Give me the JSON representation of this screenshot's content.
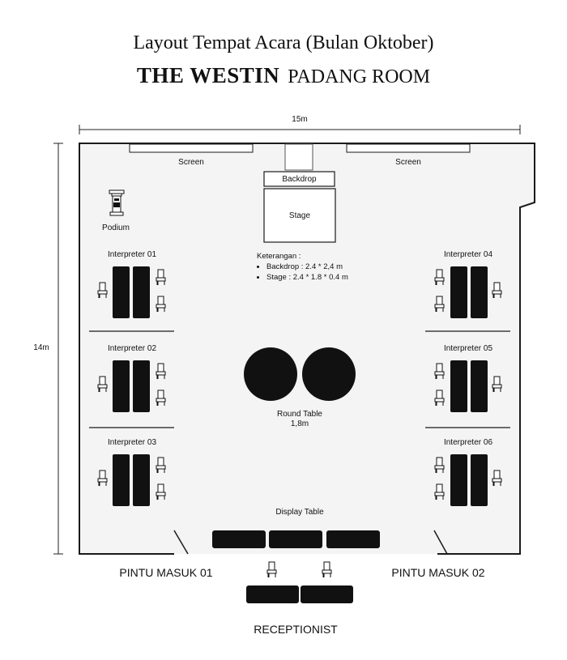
{
  "header": {
    "title": "Layout Tempat Acara (Bulan Oktober)",
    "brand": "THE WESTIN",
    "room": "PADANG ROOM"
  },
  "dimensions": {
    "width_label": "15m",
    "height_label": "14m"
  },
  "room": {
    "screen_left": "Screen",
    "screen_right": "Screen",
    "backdrop": "Backdrop",
    "stage": "Stage",
    "podium": "Podium",
    "round_table": "Round Table",
    "round_table_size": "1,8m",
    "display_table": "Display Table"
  },
  "notes": {
    "title": "Keterangan :",
    "items": [
      "Backdrop : 2.4 * 2,4 m",
      "Stage : 2.4 * 1.8 * 0.4 m"
    ]
  },
  "interpreters": [
    "Interpreter 01",
    "Interpreter 02",
    "Interpreter 03",
    "Interpreter 04",
    "Interpreter 05",
    "Interpreter 06"
  ],
  "entrances": {
    "left": "PINTU MASUK 01",
    "right": "PINTU MASUK 02"
  },
  "reception": "RECEPTIONIST",
  "colors": {
    "wall": "#1a1a1a",
    "floor": "#f4f4f4",
    "furniture": "#111111"
  }
}
